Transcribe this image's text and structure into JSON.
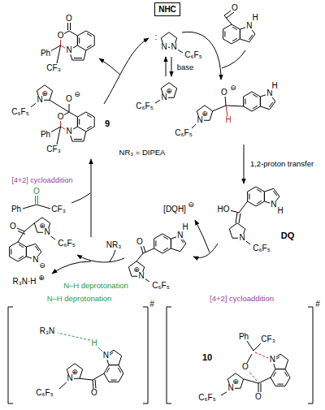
{
  "diagram": {
    "nodes": [
      {
        "text": [
          "NHC"
        ]
      },
      {
        "text": [
          "N–H deprotonation"
        ]
      },
      {
        "text": [
          "[4+2] cycloaddition"
        ]
      }
    ],
    "labels": [
      "O",
      "O",
      "N",
      "Ph",
      "CF₃",
      ":",
      "N",
      "N",
      "C₆F₅",
      "O",
      "N",
      "H",
      "base",
      "⊕",
      "N",
      "C₆F₅",
      "O",
      "⊖",
      "H",
      "N",
      "H",
      "⊕",
      "N",
      "C₆F₅",
      "⊕",
      "N",
      "C₆F₅",
      "O",
      "⊖",
      "O",
      "N",
      "Ph",
      "CF₃",
      "9",
      "NR₃ = DIPEA",
      "1,2-proton transfer",
      "[4+2] cycloaddition",
      "O",
      "Ph",
      "CF₃",
      "N",
      "H",
      "HO",
      "N",
      "C₆F₅",
      "DQ",
      "[DQH]",
      "⊖",
      "O",
      "N",
      "H",
      "⊕",
      "N",
      "C₆F₅",
      "NR₃",
      "N",
      "⊖",
      "O",
      "⊕",
      "N",
      "C₆F₅",
      "N–H deprotonation",
      "R₃N·H",
      "⊕",
      "R₃N",
      "H",
      "N",
      "O",
      "⊕",
      "N",
      "C₆F₅",
      "#",
      "#",
      "Ph",
      "CF₃",
      "O",
      "N",
      "O",
      "⊕",
      "N",
      "C₆F₅",
      "10"
    ]
  }
}
